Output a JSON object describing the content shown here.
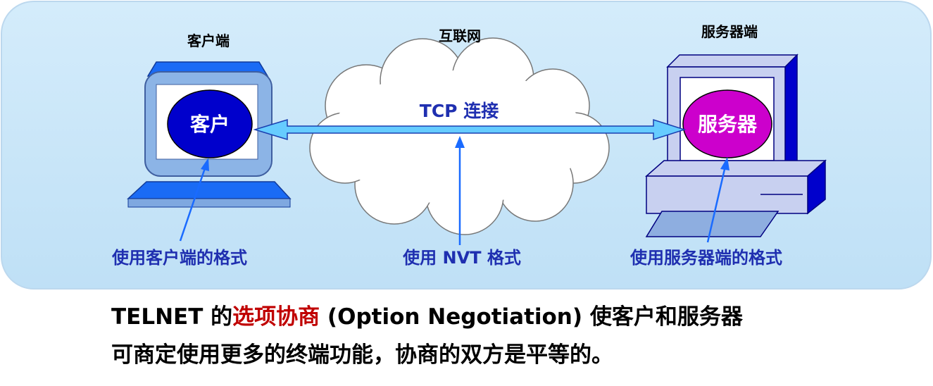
{
  "labels": {
    "client_side": "客户端",
    "internet": "互联网",
    "server_side": "服务器端",
    "client": "客户",
    "server": "服务器",
    "tcp": "TCP 连接",
    "client_format": "使用客户端的格式",
    "nvt_format": "使用 NVT 格式",
    "server_format": "使用服务器端的格式"
  },
  "caption": {
    "line1_a": "TELNET 的",
    "line1_highlight": "选项协商",
    "line1_b": " (Option Negotiation) 使客户和服务器",
    "line2": "可商定使用更多的终端功能，协商的双方是平等的。"
  },
  "colors": {
    "panel": "#c5e3f7",
    "client_ellipse": "#0000cc",
    "server_ellipse": "#cc00cc",
    "arrow": "#66ccff",
    "pointer": "#1a6bff",
    "label_blue": "#1f2fb0",
    "highlight": "#c00000"
  }
}
